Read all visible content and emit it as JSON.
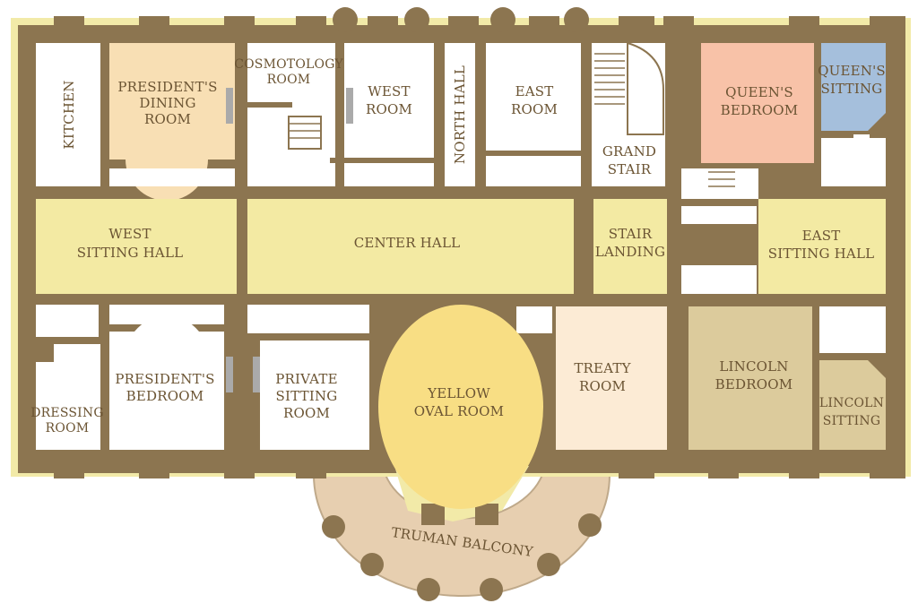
{
  "plan": {
    "rooms": {
      "kitchen": "KITCHEN",
      "presidents_dining_room": [
        "PRESIDENT'S",
        "DINING",
        "ROOM"
      ],
      "cosmotology_room": [
        "COSMOTOLOGY",
        "ROOM"
      ],
      "west_room": [
        "WEST",
        "ROOM"
      ],
      "north_hall": "NORTH HALL",
      "east_room": [
        "EAST",
        "ROOM"
      ],
      "grand_stair": [
        "GRAND",
        "STAIR"
      ],
      "queens_bedroom": [
        "QUEEN'S",
        "BEDROOM"
      ],
      "queens_sitting": [
        "QUEEN'S",
        "SITTING"
      ],
      "west_sitting_hall": [
        "WEST",
        "SITTING HALL"
      ],
      "center_hall": "CENTER HALL",
      "stair_landing": [
        "STAIR",
        "LANDING"
      ],
      "east_sitting_hall": [
        "EAST",
        "SITTING HALL"
      ],
      "dressing_room": [
        "DRESSING",
        "ROOM"
      ],
      "presidents_bedroom": [
        "PRESIDENT'S",
        "BEDROOM"
      ],
      "private_sitting_room": [
        "PRIVATE",
        "SITTING",
        "ROOM"
      ],
      "yellow_oval_room": [
        "YELLOW",
        "OVAL ROOM"
      ],
      "treaty_room": [
        "TREATY",
        "ROOM"
      ],
      "lincoln_bedroom": [
        "LINCOLN",
        "BEDROOM"
      ],
      "lincoln_sitting": [
        "LINCOLN",
        "SITTING"
      ],
      "truman_balcony": "TRUMAN BALCONY"
    },
    "colors": {
      "wall": "#8c7550",
      "window": "#f2eaa8",
      "hall": "#f3eaa3",
      "room_white": "#ffffff",
      "dining": "#f8dfb4",
      "queens_bedroom": "#f8c2a8",
      "queens_sitting": "#a5bfdc",
      "yellow_oval": "#f8de84",
      "treaty": "#fcebd5",
      "lincoln": "#dccb9c",
      "balcony": "#e7cfb0",
      "fireplace": "#aaaaaa",
      "text": "#6b5433"
    }
  }
}
